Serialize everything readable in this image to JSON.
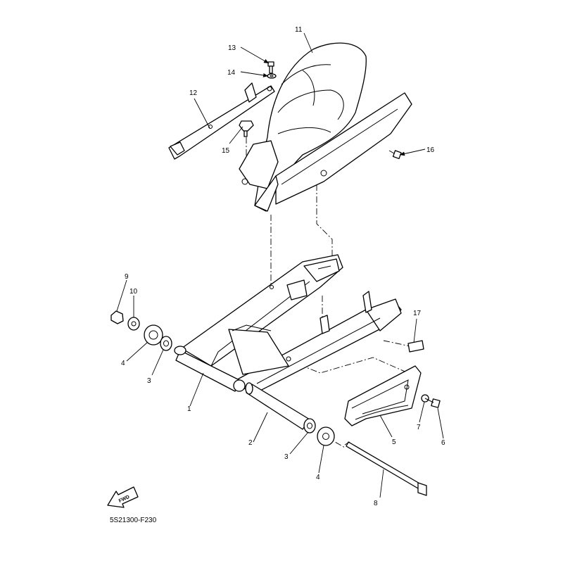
{
  "diagram": {
    "drawing_code": "5S21300-F230",
    "fwd_label": "FWD",
    "callouts": {
      "c1": "1",
      "c2": "2",
      "c3a": "3",
      "c3b": "3",
      "c4a": "4",
      "c4b": "4",
      "c5": "5",
      "c6": "6",
      "c7": "7",
      "c8": "8",
      "c9": "9",
      "c10": "10",
      "c11": "11",
      "c12": "12",
      "c13": "13",
      "c14": "14",
      "c15": "15",
      "c16": "16",
      "c17": "17"
    }
  }
}
